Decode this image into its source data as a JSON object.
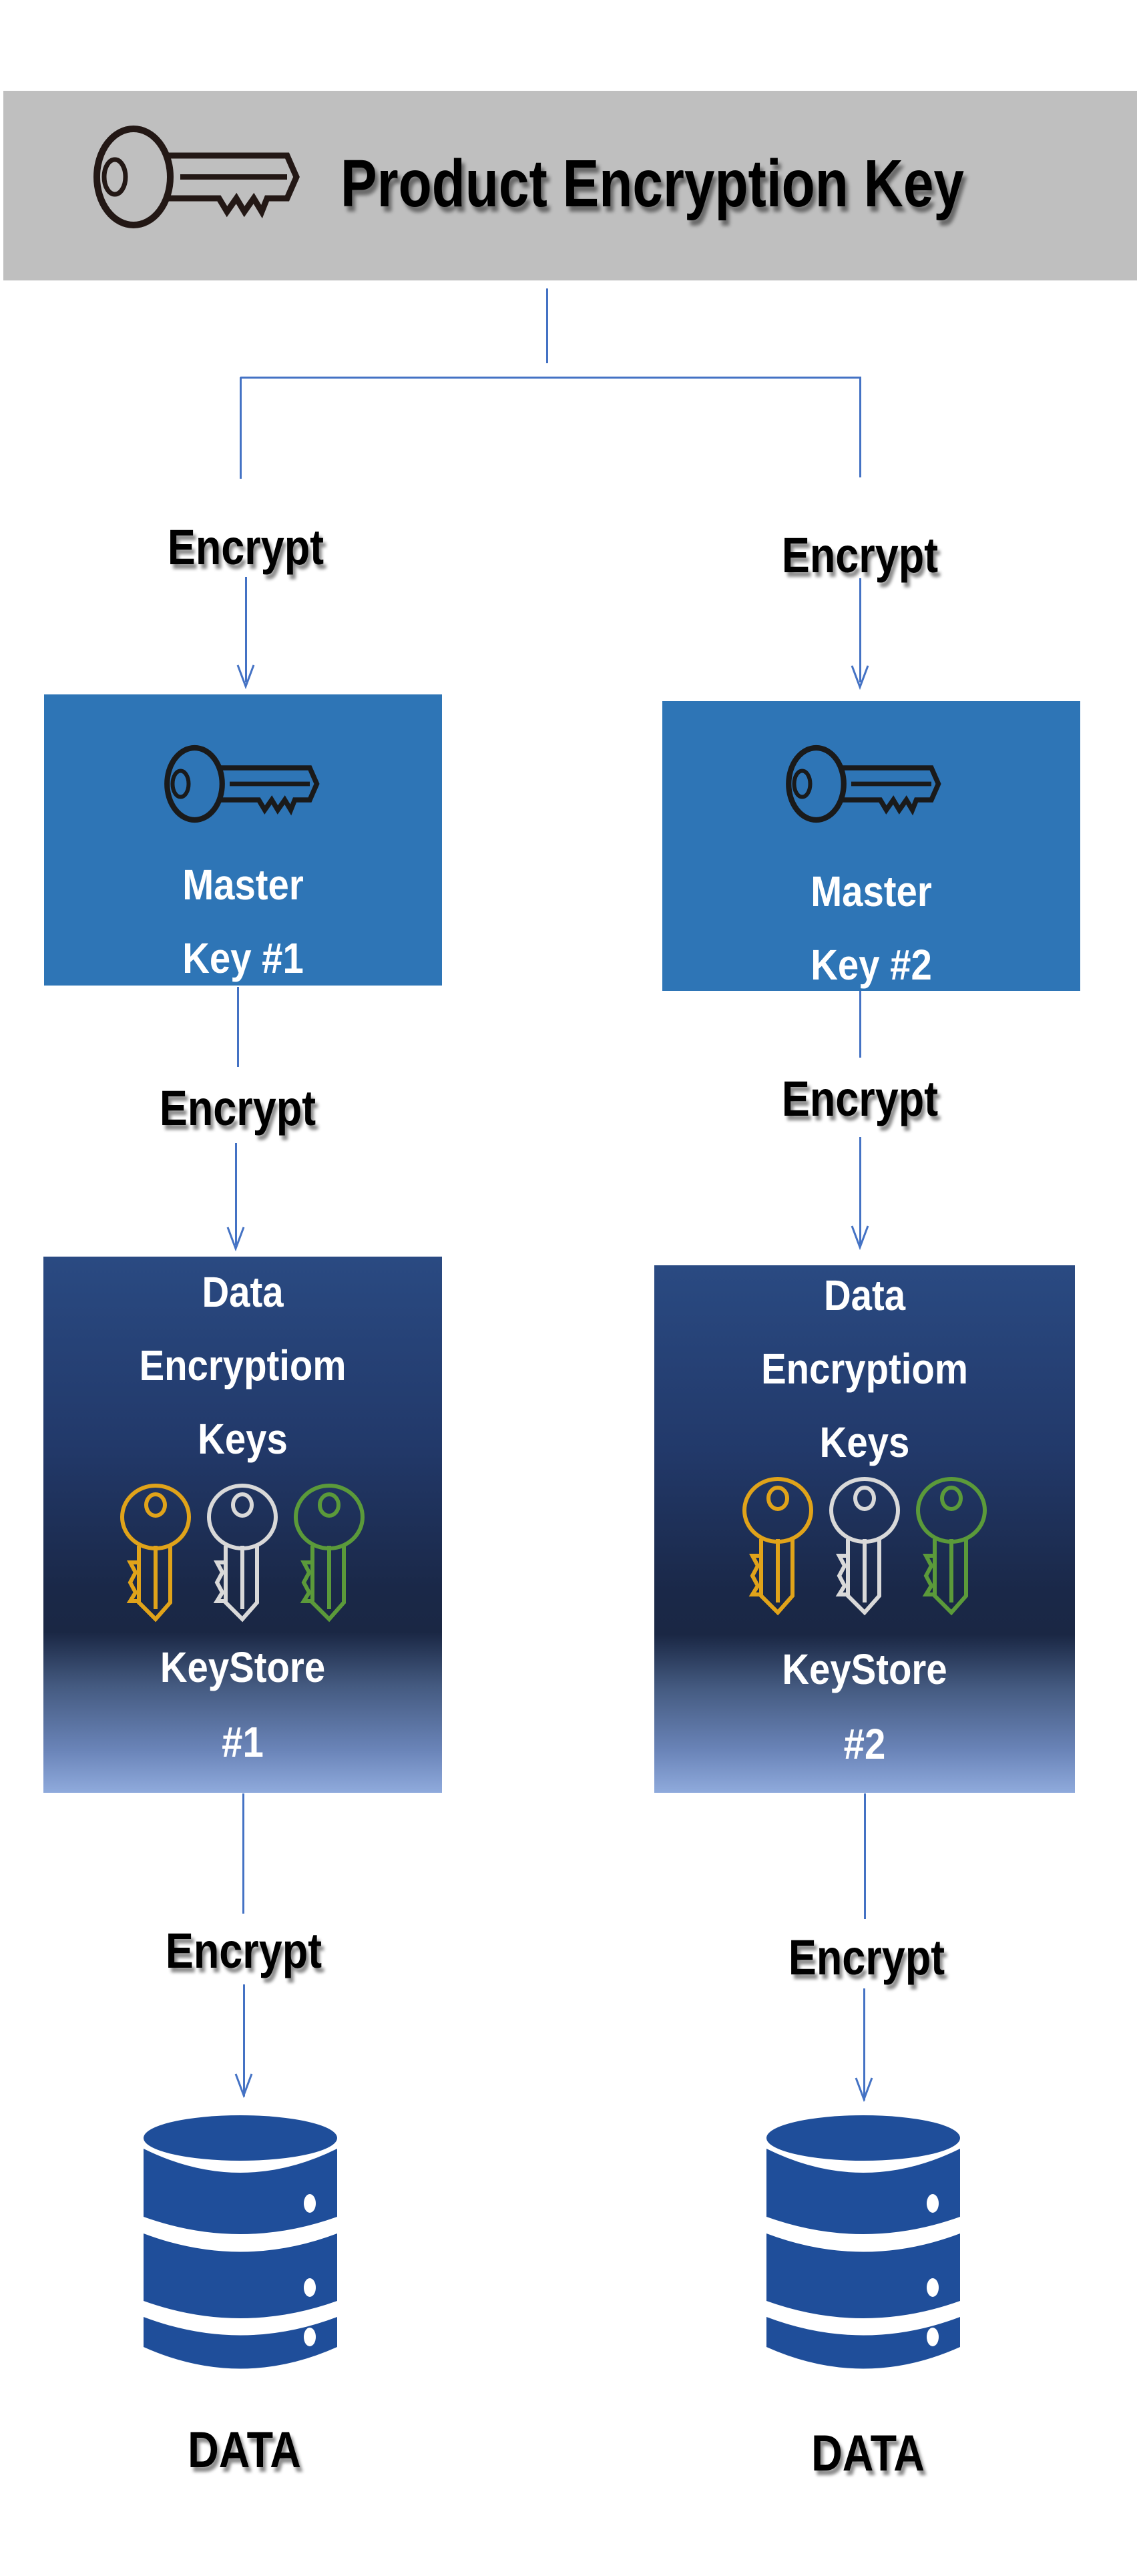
{
  "header": {
    "title": "Product Encryption Key",
    "icon": "key-icon",
    "background": "#bfbfbf"
  },
  "colors": {
    "connector": "#4472c4",
    "master_key_box": "#2e75b6",
    "keystore_gradient_top": "#2a4a82",
    "keystore_gradient_bottom": "#8faadc",
    "database": "#1f4e9a",
    "key_gold": "#e0a31a",
    "key_silver": "#d9d9d9",
    "key_green": "#5b9a3a"
  },
  "branches": [
    {
      "encrypt_label_1": "Encrypt",
      "master_key": {
        "line1": "Master",
        "line2": "Key #1",
        "icon": "key-icon"
      },
      "encrypt_label_2": "Encrypt",
      "keystore": {
        "line1": "Data",
        "line2": "Encryptiom",
        "line3": "Keys",
        "line4": "KeyStore",
        "line5": "#1",
        "icon": "three-keys-icon"
      },
      "encrypt_label_3": "Encrypt",
      "data": {
        "label": "DATA",
        "icon": "database-icon"
      }
    },
    {
      "encrypt_label_1": "Encrypt",
      "master_key": {
        "line1": "Master",
        "line2": "Key #2",
        "icon": "key-icon"
      },
      "encrypt_label_2": "Encrypt",
      "keystore": {
        "line1": "Data",
        "line2": "Encryptiom",
        "line3": "Keys",
        "line4": "KeyStore",
        "line5": "#2",
        "icon": "three-keys-icon"
      },
      "encrypt_label_3": "Encrypt",
      "data": {
        "label": "DATA",
        "icon": "database-icon"
      }
    }
  ]
}
